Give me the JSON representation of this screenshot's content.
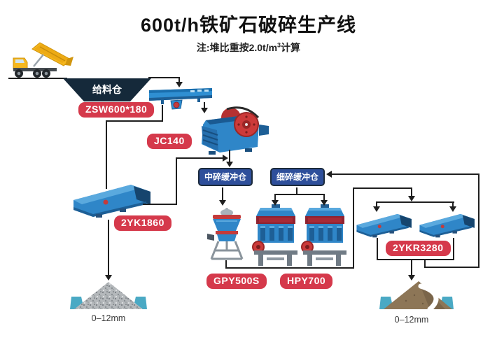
{
  "title": "600t/h铁矿石破碎生产线",
  "note": {
    "prefix": "注:堆比重按2.0t/m",
    "sup": "3",
    "suffix": "计算"
  },
  "nodes": {
    "feed_bin": {
      "label": "给料仓"
    },
    "feeder": {
      "model": "ZSW600*180"
    },
    "jaw_crusher": {
      "model": "JC140"
    },
    "screen_primary": {
      "model": "2YK1860"
    },
    "medium_bin": {
      "label": "中碎缓冲仓"
    },
    "fine_bin": {
      "label": "细碎缓冲仓"
    },
    "cone_crusher_single": {
      "model": "GPY500S"
    },
    "cone_crusher_multi": {
      "model": "HPY700"
    },
    "screens_secondary": {
      "model": "2YKR3280"
    },
    "product_left": {
      "label": "0–12mm"
    },
    "product_right": {
      "label": "0–12mm"
    }
  },
  "colors": {
    "tag_red": "#d5394b",
    "bin_blue": "#2e4f9b",
    "bin_border": "#1c2b3c",
    "machine_blue": "#2f86c8",
    "accent_red": "#c43b3b",
    "hopper_navy": "#15293a",
    "teal_wall": "#4aa9c4",
    "flow_line": "#1f1f1f",
    "truck_yellow": "#f5b71e"
  }
}
